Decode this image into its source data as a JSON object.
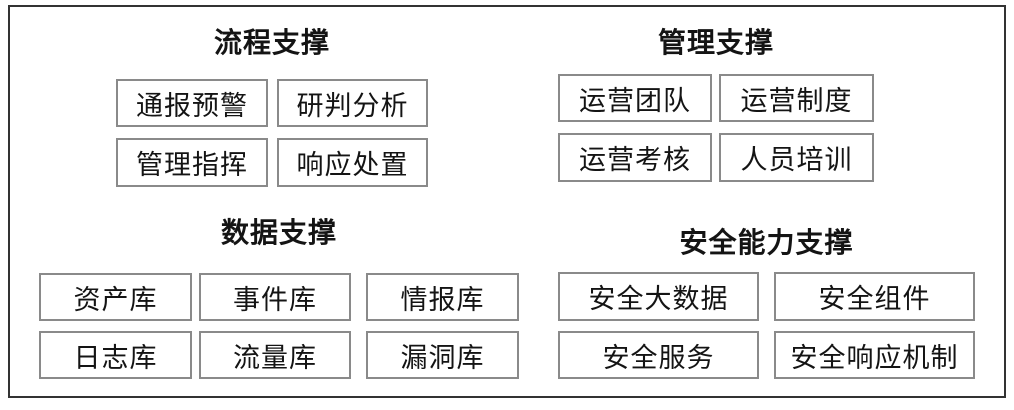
{
  "sections": [
    {
      "title": "流程支撑",
      "boxes": [
        {
          "label": "通报预警"
        },
        {
          "label": "研判分析"
        },
        {
          "label": "管理指挥"
        },
        {
          "label": "响应处置"
        }
      ]
    },
    {
      "title": "管理支撑",
      "boxes": [
        {
          "label": "运营团队"
        },
        {
          "label": "运营制度"
        },
        {
          "label": "运营考核"
        },
        {
          "label": "人员培训"
        }
      ]
    },
    {
      "title": "数据支撑",
      "boxes": [
        {
          "label": "资产库"
        },
        {
          "label": "事件库"
        },
        {
          "label": "情报库"
        },
        {
          "label": "日志库"
        },
        {
          "label": "流量库"
        },
        {
          "label": "漏洞库"
        }
      ]
    },
    {
      "title": "安全能力支撑",
      "boxes": [
        {
          "label": "安全大数据"
        },
        {
          "label": "安全组件"
        },
        {
          "label": "安全服务"
        },
        {
          "label": "安全响应机制"
        }
      ]
    }
  ],
  "colors": {
    "background": "#ffffff",
    "frame_border": "#333333",
    "box_border": "#8a8a8a",
    "text": "#141414"
  }
}
